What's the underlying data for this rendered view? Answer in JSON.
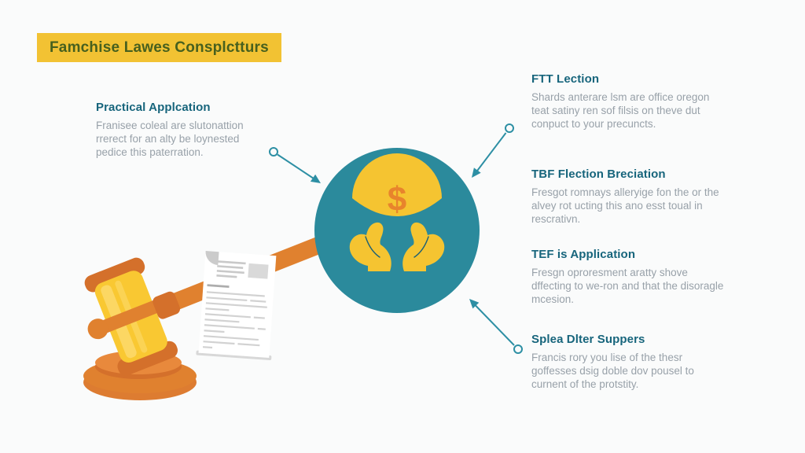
{
  "title": {
    "label": "Famchise Lawes Consplctturs"
  },
  "left_section": {
    "heading": "Practical Applcation",
    "body": "Franisee coleal are slutonattion rrerect for an alty be loynested pedice this paterration."
  },
  "right_sections": [
    {
      "heading": "FTT Lection",
      "body": "Shards anterare lsm are office oregon teat satiny ren sof filsis on theve dut conpuct to your precuncts."
    },
    {
      "heading": "TBF Flection Breciation",
      "body": "Fresgot romnays alleryige fon the or the alvey rot ucting this ano esst toual in rescrativn."
    },
    {
      "heading": "TEF is Application",
      "body": "Fresgn oproresment aratty shove dffecting to we-ron and that the disoragle mcesion."
    },
    {
      "heading": "Splea Dlter Suppers",
      "body": "Francis rory you lise of the thesr goffesses dsig doble dov pousel to curnent of the protstity."
    }
  ],
  "center_icon": {
    "name": "hands-holding-coin-icon",
    "symbol": "$"
  },
  "illustration_icons": [
    "gavel-icon",
    "legal-document-icon",
    "hands-holding-coin-icon"
  ],
  "colors": {
    "background": "#fafbfb",
    "title_box": "#f2c233",
    "title_text": "#47601e",
    "heading_teal": "#17657c",
    "body_gray": "#98a1a9",
    "circle_teal": "#2b8a9c",
    "coin_yellow": "#f5c431",
    "dollar_orange": "#e8842c",
    "gavel_orange": "#e0812f",
    "gavel_yellow": "#f9c832",
    "arrow_teal": "#2d8fa4",
    "document_white": "#ffffff"
  }
}
